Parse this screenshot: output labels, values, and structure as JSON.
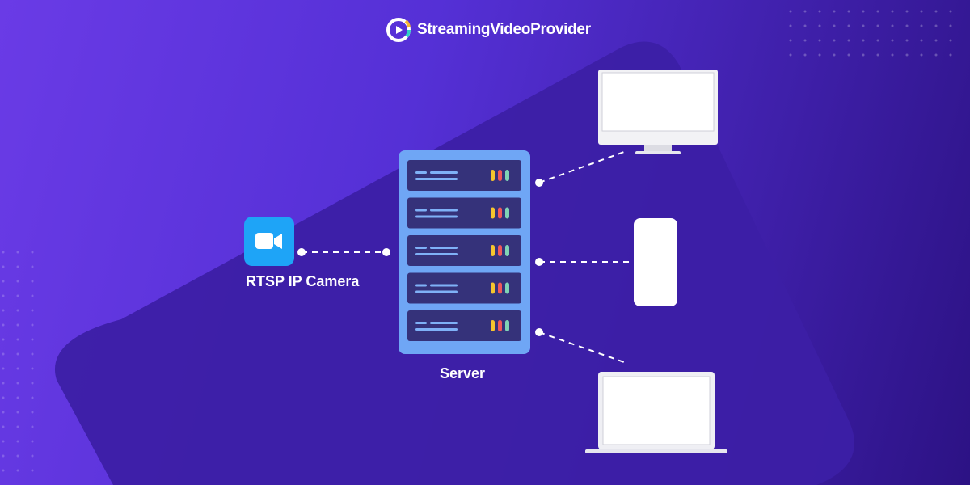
{
  "brand": {
    "name": "StreamingVideoProvider",
    "icon": "play-logo-icon"
  },
  "nodes": {
    "camera_label": "RTSP IP Camera",
    "server_label": "Server"
  },
  "colors": {
    "bg_start": "#6a3be6",
    "bg_end": "#2c1284",
    "camera_icon_bg": "#1ea4f7",
    "server_frame": "#6fa6f5",
    "server_slot": "#35327a",
    "led_yellow": "#f5c52e",
    "led_red": "#ef5a5a",
    "led_teal": "#7fd4b5"
  },
  "server": {
    "slots": 5
  },
  "devices": [
    "desktop-monitor",
    "smartphone",
    "laptop"
  ]
}
